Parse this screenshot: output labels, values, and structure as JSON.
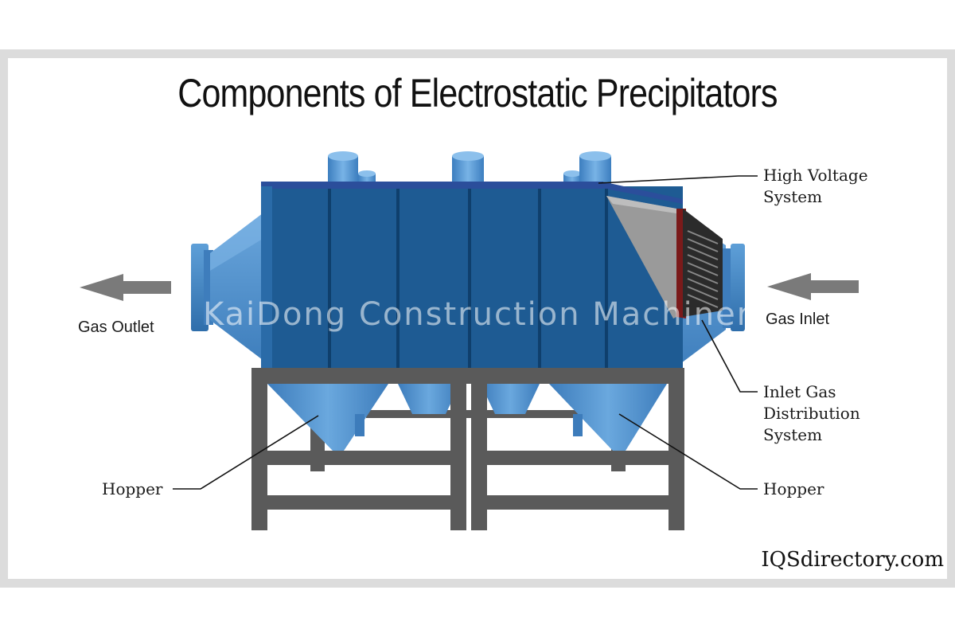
{
  "title": "Components of Electrostatic Precipitators",
  "labels": {
    "high_voltage_line1": "High Voltage",
    "high_voltage_line2": "System",
    "gas_outlet": "Gas Outlet",
    "gas_inlet": "Gas Inlet",
    "inlet_gas_line1": "Inlet Gas",
    "inlet_gas_line2": "Distribution",
    "inlet_gas_line3": "System",
    "hopper_left": "Hopper",
    "hopper_right": "Hopper"
  },
  "watermark": "KaiDong Construction Machiner",
  "credit": "IQSdirectory.com",
  "colors": {
    "body_blue": "#1e5b93",
    "light_blue": "#4f92cf",
    "frame_gray": "#5a5a5a",
    "arrow_gray": "#7a7a7a"
  }
}
